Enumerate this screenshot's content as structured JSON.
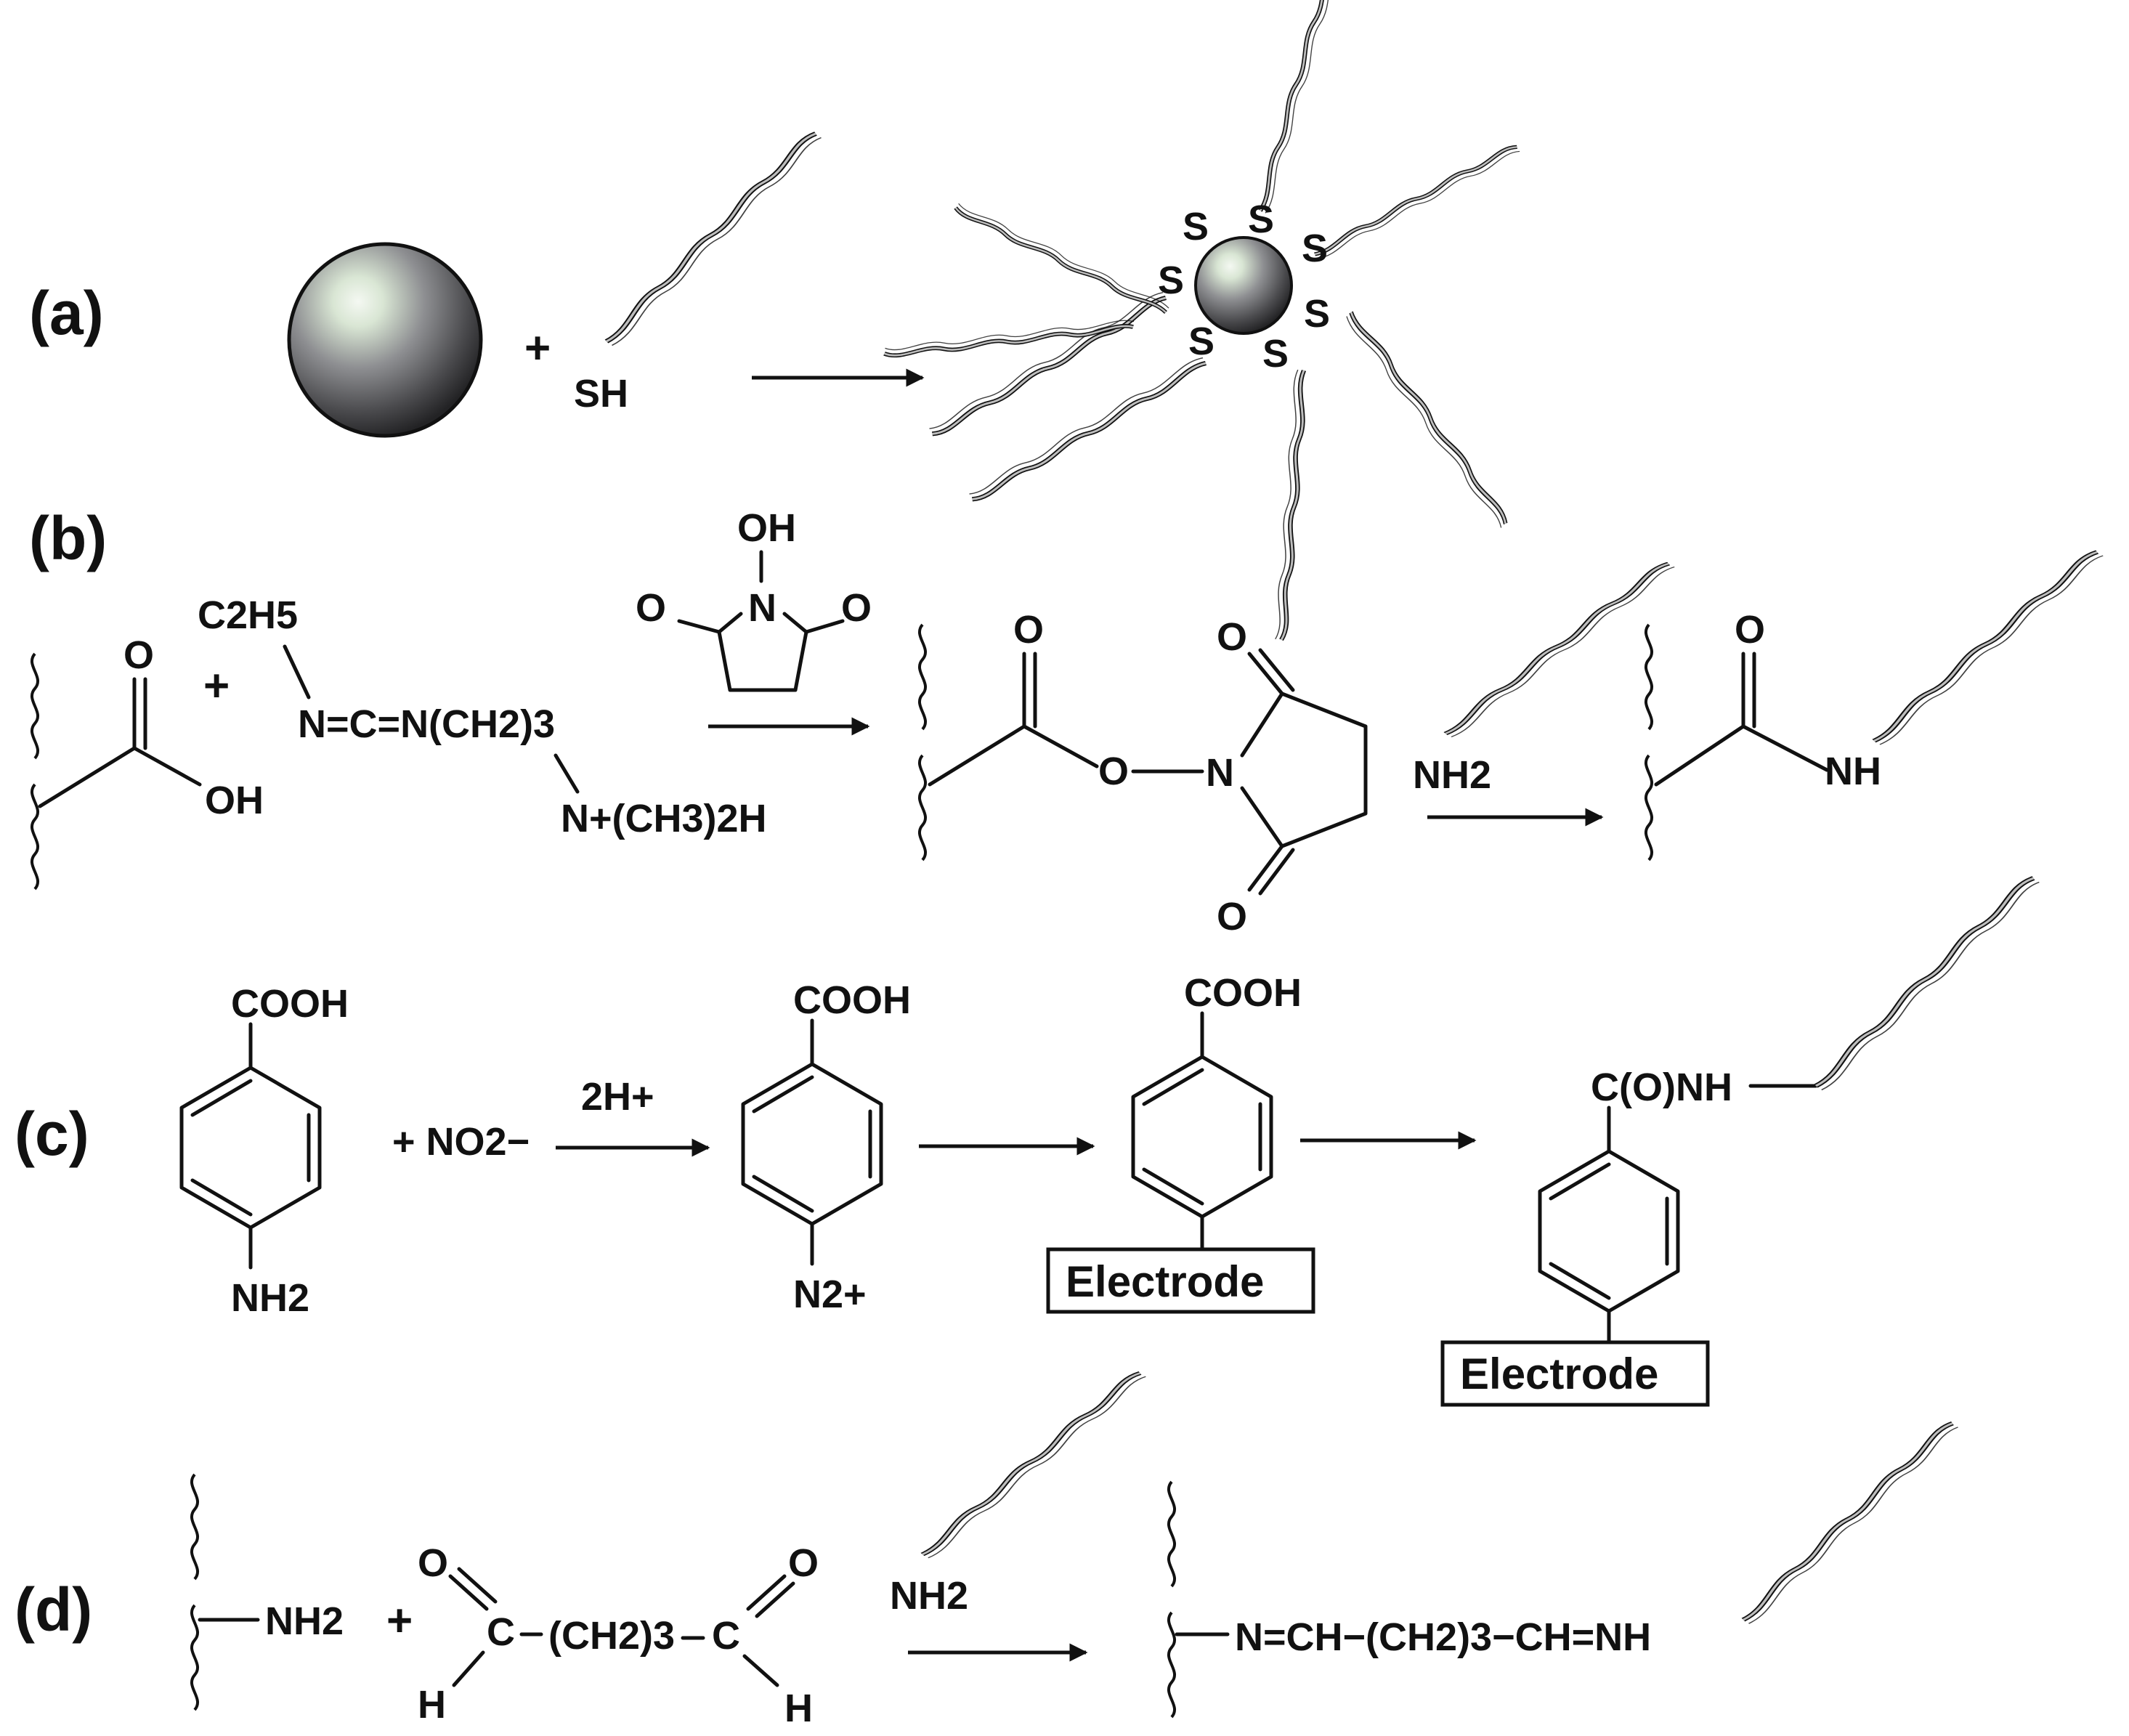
{
  "panels": {
    "a": {
      "label": "(a)",
      "plus": "+",
      "thiol": "SH",
      "sulfur": "S"
    },
    "b": {
      "label": "(b)",
      "plus": "+",
      "carbonyl_o": "O",
      "acid_oh": "OH",
      "edc_ethyl": "C2H5",
      "edc_core": "N=C=N(CH2)3",
      "edc_amine": "N+(CH3)2H",
      "nhs_oh": "OH",
      "nhs_n": "N",
      "nhs_o": "O",
      "ester_o": "O",
      "ester_n": "N",
      "amine": "NH2",
      "amide_nh": "NH"
    },
    "c": {
      "label": "(c)",
      "reactant_cooh": "COOH",
      "reactant_nh2": "NH2",
      "nitrite": "+ NO2−",
      "acid": "2H+",
      "diazonium": "N2+",
      "product_cooh": "COOH",
      "electrode": "Electrode",
      "amide_link": "C(O)NH"
    },
    "d": {
      "label": "(d)",
      "surface_amine": "NH2",
      "plus": "+",
      "glut_c": "C",
      "glut_o": "O",
      "glut_h": "H",
      "glut_chain": "(CH2)3",
      "probe_amine": "NH2",
      "product_chain": "N=CH−(CH2)3−CH=NH"
    }
  },
  "colors": {
    "ink": "#111111",
    "strand_fill": "#bdbdbd",
    "particle_dark": "#3a3a3c",
    "particle_light": "#e8f0e6"
  }
}
